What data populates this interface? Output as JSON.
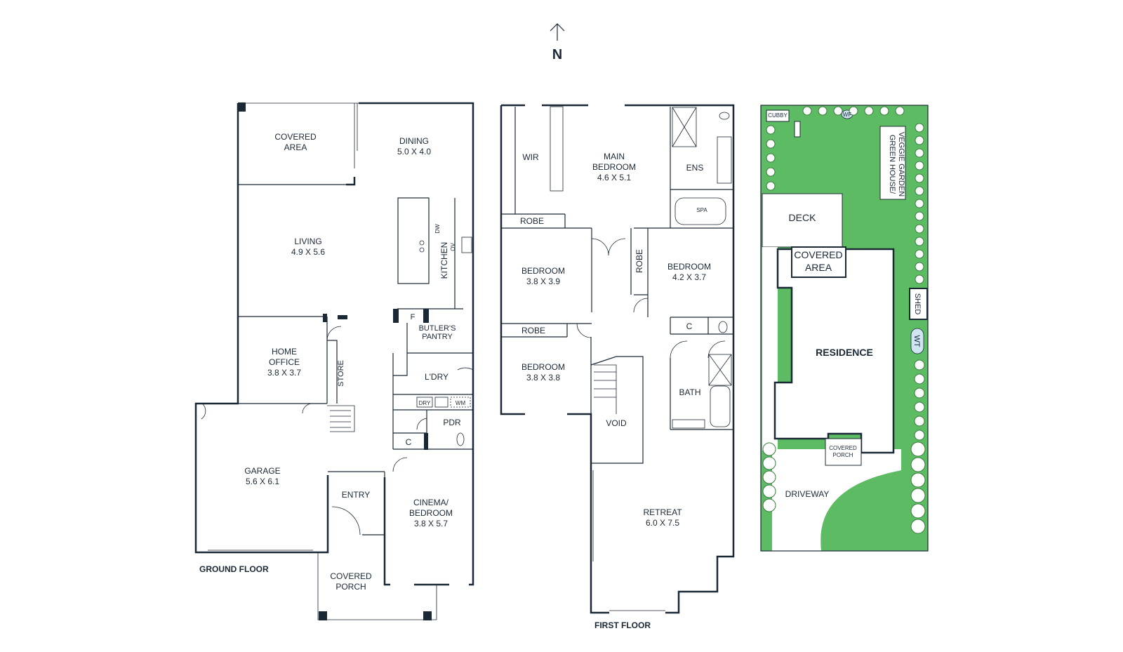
{
  "compass": {
    "label": "N"
  },
  "ground_floor": {
    "title": "GROUND FLOOR",
    "rooms": {
      "covered_area_1": "COVERED",
      "covered_area_2": "AREA",
      "dining_name": "DINING",
      "dining_size": "5.0 X 4.0",
      "living_name": "LIVING",
      "living_size": "4.9 X 5.6",
      "kitchen": "KITCHEN",
      "dw": "DW",
      "ov": "OV",
      "fridge": "F",
      "butlers_1": "BUTLER'S",
      "butlers_2": "PANTRY",
      "home_office_1": "HOME",
      "home_office_2": "OFFICE",
      "home_office_size": "3.8 X 3.7",
      "store": "STORE",
      "laundry": "L'DRY",
      "dry": "DRY",
      "wm": "WM",
      "pdr": "PDR",
      "closet": "C",
      "garage_name": "GARAGE",
      "garage_size": "5.6 X 6.1",
      "entry": "ENTRY",
      "cinema_1": "CINEMA/",
      "cinema_2": "BEDROOM",
      "cinema_size": "3.8 X 5.7",
      "porch_1": "COVERED",
      "porch_2": "PORCH"
    }
  },
  "first_floor": {
    "title": "FIRST FLOOR",
    "rooms": {
      "wir": "WIR",
      "main_1": "MAIN",
      "main_2": "BEDROOM",
      "main_size": "4.6 X 5.1",
      "ens": "ENS",
      "spa": "SPA",
      "robe_1": "ROBE",
      "robe_2": "ROBE",
      "robe_3": "ROBE",
      "bed1_name": "BEDROOM",
      "bed1_size": "3.8 X 3.9",
      "bed2_name": "BEDROOM",
      "bed2_size": "4.2 X 3.7",
      "bed3_name": "BEDROOM",
      "bed3_size": "3.8 X 3.8",
      "closet": "C",
      "bath": "BATH",
      "void": "VOID",
      "retreat_name": "RETREAT",
      "retreat_size": "6.0 X 7.5"
    }
  },
  "site_plan": {
    "cubby": "CUBBY",
    "wf": "WF",
    "greenhouse_1": "GREEN HOUSE/",
    "greenhouse_2": "VEGGIE GARDEN",
    "deck": "DECK",
    "covered_area_1": "COVERED",
    "covered_area_2": "AREA",
    "shed": "SHED",
    "wt": "WT",
    "residence": "RESIDENCE",
    "porch_1": "COVERED",
    "porch_2": "PORCH",
    "driveway": "DRIVEWAY"
  },
  "colors": {
    "ink": "#1b2836",
    "garden": "#5dbb63",
    "tree_stroke": "#3a7a3e"
  }
}
